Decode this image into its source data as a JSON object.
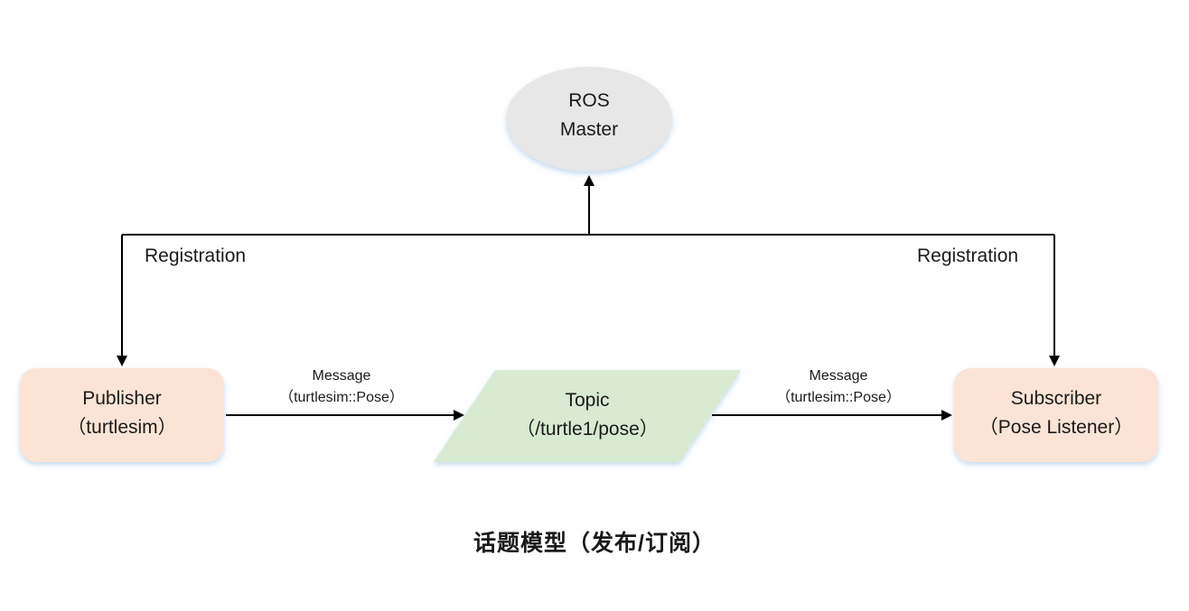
{
  "nodes": {
    "master": {
      "line1": "ROS",
      "line2": "Master"
    },
    "publisher": {
      "line1": "Publisher",
      "line2": "（turtlesim）"
    },
    "topic": {
      "line1": "Topic",
      "line2": "（/turtle1/pose）"
    },
    "subscriber": {
      "line1": "Subscriber",
      "line2": "（Pose Listener）"
    }
  },
  "edges": {
    "registration_left": "Registration",
    "registration_right": "Registration",
    "message_left": {
      "line1": "Message",
      "line2": "（turtlesim::Pose）"
    },
    "message_right": {
      "line1": "Message",
      "line2": "（turtlesim::Pose）"
    }
  },
  "caption": "话题模型（发布/订阅）",
  "colors": {
    "master_fill": "#e7e7e7",
    "node_fill": "#fbe4d5",
    "topic_fill": "#d9ead3",
    "line": "#000000"
  }
}
